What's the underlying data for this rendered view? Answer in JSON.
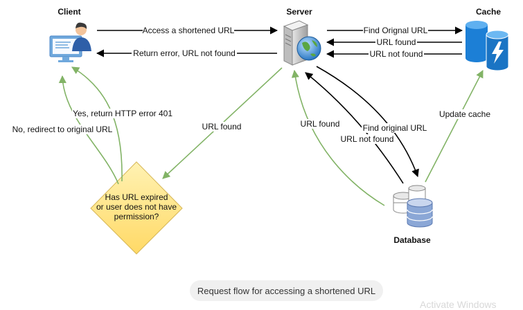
{
  "nodes": {
    "client": "Client",
    "server": "Server",
    "cache": "Cache",
    "database": "Database",
    "decision": [
      "Has URL expired",
      "or user does not have",
      "permission?"
    ]
  },
  "edges": {
    "access_short_url": "Access a shortened URL",
    "return_error": "Return error, URL not found",
    "find_original_url_cache": "Find Orignal URL",
    "url_found_cache": "URL found",
    "url_not_found_cache": "URL not found",
    "yes_error_401": "Yes, return HTTP error 401",
    "no_redirect": "No, redirect to original URL",
    "url_found_server": "URL found",
    "url_found_db": "URL found",
    "find_original_url_db": "Find original URL",
    "url_not_found_db": "URL not found",
    "update_cache": "Update cache"
  },
  "caption": "Request flow for accessing a shortened URL",
  "watermark": "Activate Windows",
  "colors": {
    "green_arrow": "#82b366",
    "decision_fill": "#ffe680",
    "decision_stroke": "#d6b656",
    "cache_blue": "#1c7fd6",
    "db_blue": "#6e8bbf"
  }
}
